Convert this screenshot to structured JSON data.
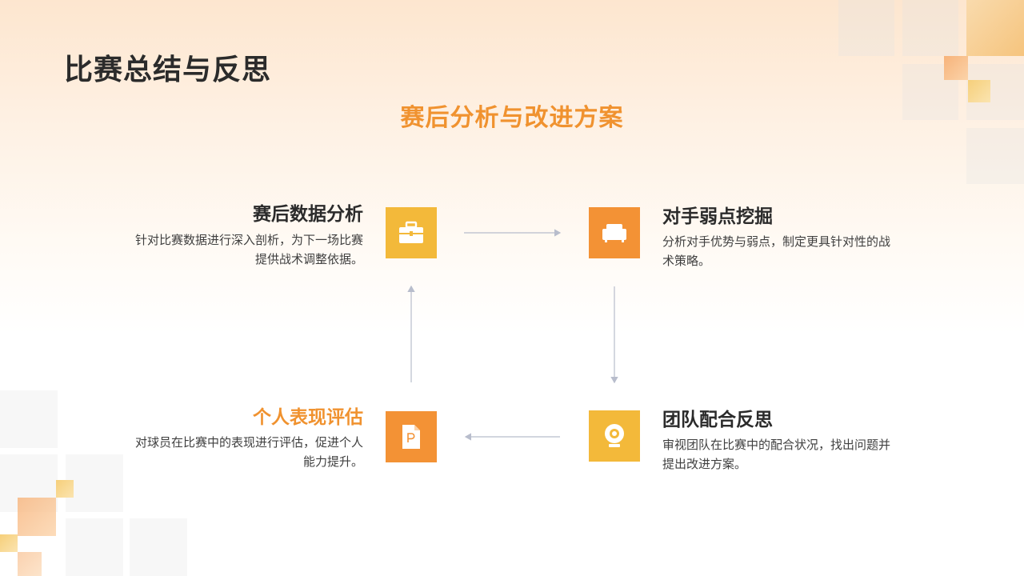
{
  "page": {
    "title": "比赛总结与反思",
    "subtitle": "赛后分析与改进方案"
  },
  "steps": [
    {
      "title": "赛后数据分析",
      "desc_lines": [
        "针对比赛数据进行深入剖析，为下一场比赛",
        "提供战术调整依据。"
      ],
      "icon": "briefcase-icon",
      "color": "#f3b93a"
    },
    {
      "title": "对手弱点挖掘",
      "desc_lines": [
        "分析对手优势与弱点，制定更具针对性的战",
        "术策略。"
      ],
      "icon": "sofa-icon",
      "color": "#f39235"
    },
    {
      "title": "团队配合反思",
      "desc_lines": [
        "审视团队在比赛中的配合状况，找出问题并",
        "提出改进方案。"
      ],
      "icon": "webcam-icon",
      "color": "#f3b93a"
    },
    {
      "title": "个人表现评估",
      "desc_lines": [
        "对球员在比赛中的表现进行评估，促进个人",
        "能力提升。"
      ],
      "icon": "document-p-icon",
      "color": "#f39235"
    }
  ],
  "colors": {
    "accent": "#f0922f",
    "title": "#2b2b2b",
    "connector": "#b8bdcc"
  }
}
